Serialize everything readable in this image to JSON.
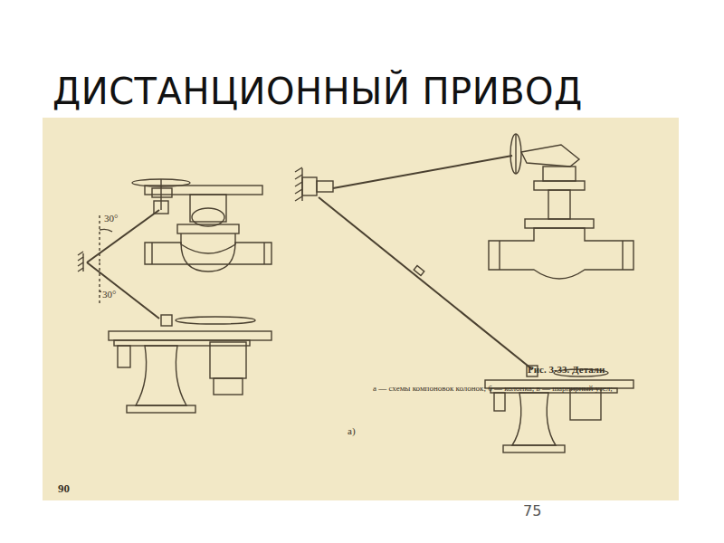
{
  "diagram": {
    "title": "ДИСТАНЦИОННЫЙ ПРИВОД",
    "caption": "Рис. 3-33. Детали",
    "labels": [
      "30°",
      "30°",
      "а)",
      "90",
      "а — схемы компоновок колонок; б — колонка; в — шарнирный узел;",
      "75"
    ]
  }
}
